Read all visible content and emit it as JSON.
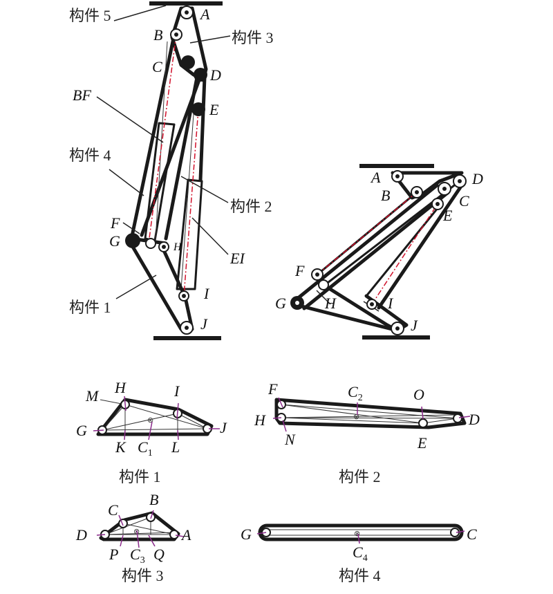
{
  "mechanism_extended": {
    "labels": {
      "A": "A",
      "B": "B",
      "C": "C",
      "D": "D",
      "E": "E",
      "F": "F",
      "G": "G",
      "H": "H",
      "I": "I",
      "J": "J",
      "BF": "BF",
      "EI": "EI"
    },
    "members": {
      "m1": "构件 1",
      "m2": "构件 2",
      "m3": "构件 3",
      "m4": "构件 4",
      "m5": "构件 5"
    }
  },
  "mechanism_folded": {
    "labels": {
      "A": "A",
      "B": "B",
      "C": "C",
      "D": "D",
      "E": "E",
      "F": "F",
      "G": "G",
      "H": "H",
      "I": "I",
      "J": "J"
    }
  },
  "member1": {
    "caption": "构件 1",
    "labels": {
      "G": "G",
      "H": "H",
      "I": "I",
      "J": "J",
      "M": "M",
      "K": "K",
      "L": "L",
      "C": "C",
      "C_sub": "1"
    }
  },
  "member2": {
    "caption": "构件 2",
    "labels": {
      "F": "F",
      "H": "H",
      "N": "N",
      "O": "O",
      "E": "E",
      "D": "D",
      "C": "C",
      "C_sub": "2"
    }
  },
  "member3": {
    "caption": "构件 3",
    "labels": {
      "C": "C",
      "B": "B",
      "D": "D",
      "A": "A",
      "P": "P",
      "Q": "Q",
      "C_": "C",
      "C_sub": "3"
    }
  },
  "member4": {
    "caption": "构件 4",
    "labels": {
      "G": "G",
      "C": "C",
      "C4": "C",
      "C_sub": "4"
    }
  }
}
